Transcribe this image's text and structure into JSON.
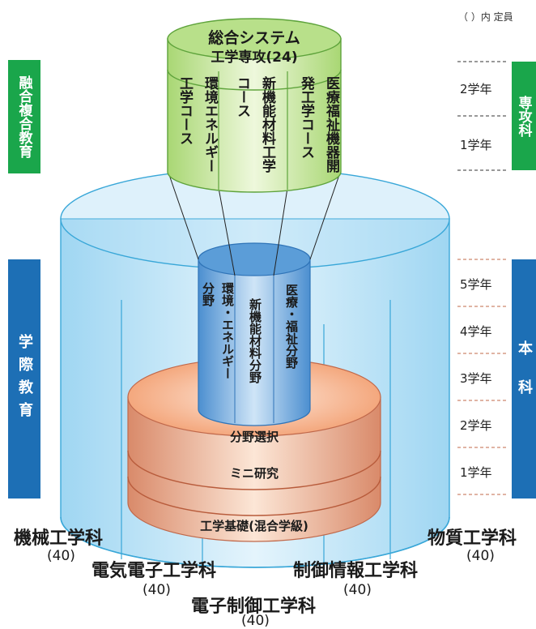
{
  "note": "（ ）内 定員",
  "graduate": {
    "title_line1": "総合システム",
    "title_line2": "工学専攻(24)",
    "courses": [
      {
        "line1": "環境エネルギー",
        "line2": "工学コース"
      },
      {
        "line1": "新機能材料工学",
        "line2": "コース"
      },
      {
        "line1": "医療福祉機器開",
        "line2": "発工学コース"
      }
    ]
  },
  "fields": [
    {
      "line1": "環境・エネルギー",
      "line2": "分野"
    },
    {
      "line1": "新機能材料分野",
      "line2": ""
    },
    {
      "line1": "医療・福祉分野",
      "line2": ""
    }
  ],
  "layers": {
    "field_select": "分野選択",
    "mini_research": "ミニ研究",
    "foundation": "工学基礎(混合学級)"
  },
  "left_labels": {
    "top": "融合複合教育",
    "bottom": "学際教育"
  },
  "right_labels": {
    "top": "専攻科",
    "bottom": "本科"
  },
  "years_graduate": [
    "2学年",
    "1学年"
  ],
  "years_undergrad": [
    "5学年",
    "4学年",
    "3学年",
    "2学年",
    "1学年"
  ],
  "departments": [
    {
      "name": "機械工学科",
      "capacity": "(40)"
    },
    {
      "name": "電気電子工学科",
      "capacity": "(40)"
    },
    {
      "name": "電子制御工学科",
      "capacity": "(40)"
    },
    {
      "name": "制御情報工学科",
      "capacity": "(40)"
    },
    {
      "name": "物質工学科",
      "capacity": "(40)"
    }
  ]
}
